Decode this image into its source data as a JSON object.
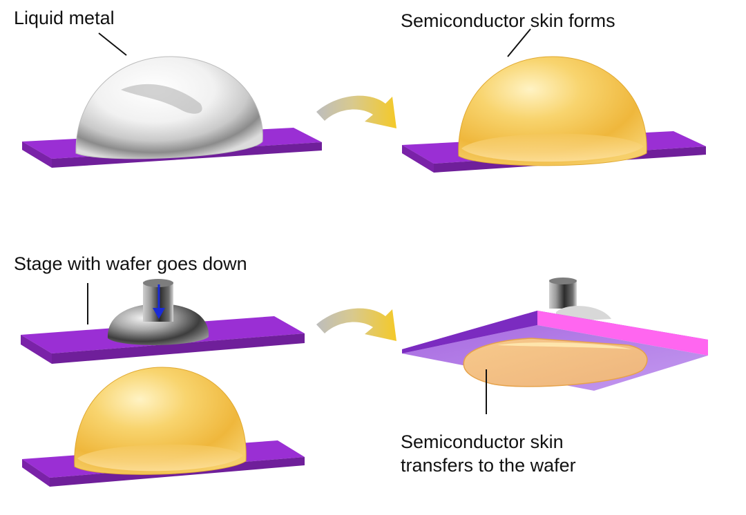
{
  "labels": {
    "liquid_metal": "Liquid metal",
    "skin_forms": "Semiconductor skin forms",
    "stage_down": "Stage with wafer goes down",
    "transfer_line1": "Semiconductor skin",
    "transfer_line2": "transfers to the wafer"
  },
  "colors": {
    "substrate_top": "#9a2fd4",
    "substrate_side": "#6f1f9a",
    "wafer_edge_pink": "#ff66f0",
    "wafer_underside": "#b07ae6",
    "skin_yellow": "#f3c04a",
    "skin_transferred": "#f2be8a",
    "metal_light": "#ffffff",
    "metal_dark": "#5a5a5a",
    "arrow_start": "#bdbdbd",
    "arrow_end": "#f4c928",
    "motion_arrow": "#1a2bd6"
  },
  "icons": [
    "curved-arrow-icon",
    "down-arrow-icon"
  ]
}
